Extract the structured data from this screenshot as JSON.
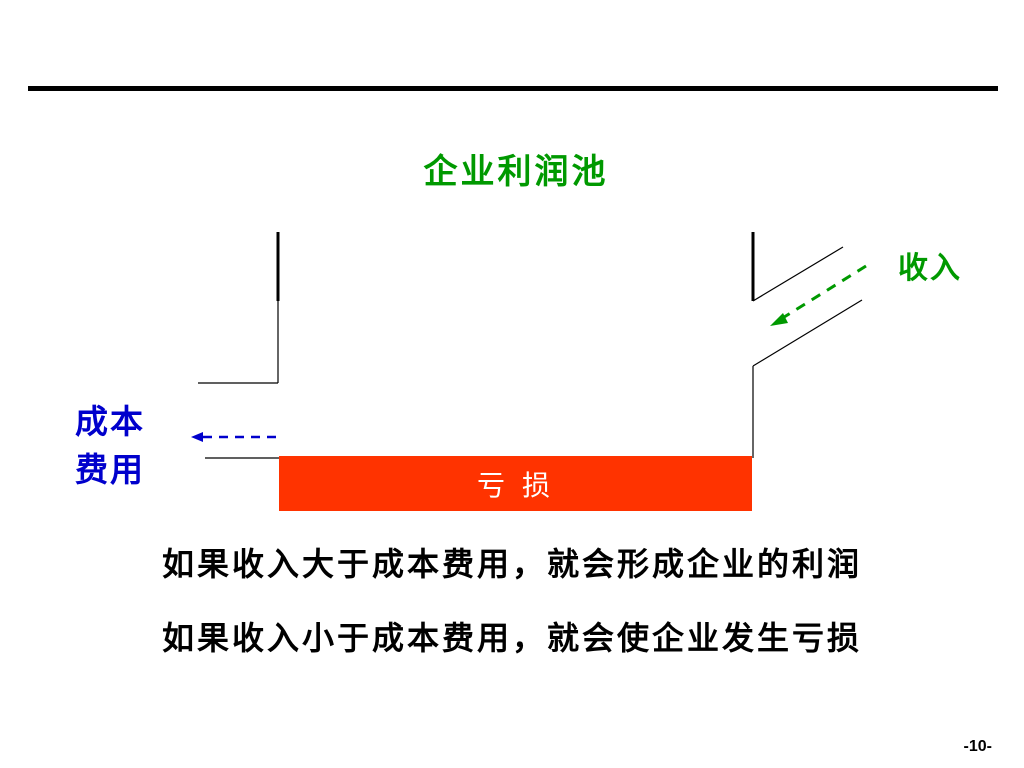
{
  "title": "企业利润池",
  "labels": {
    "income": "收入",
    "cost": "成本费用",
    "loss": "亏 损"
  },
  "statements": [
    "如果收入大于成本费用，就会形成企业的利润",
    "如果收入小于成本费用，就会使企业发生亏损"
  ],
  "page_number": "-10-",
  "colors": {
    "title": "#009900",
    "income": "#009900",
    "income_arrow": "#009900",
    "cost": "#0000cc",
    "cost_arrow": "#0000cc",
    "loss_fill": "#ff3300",
    "lines": "#000000"
  }
}
